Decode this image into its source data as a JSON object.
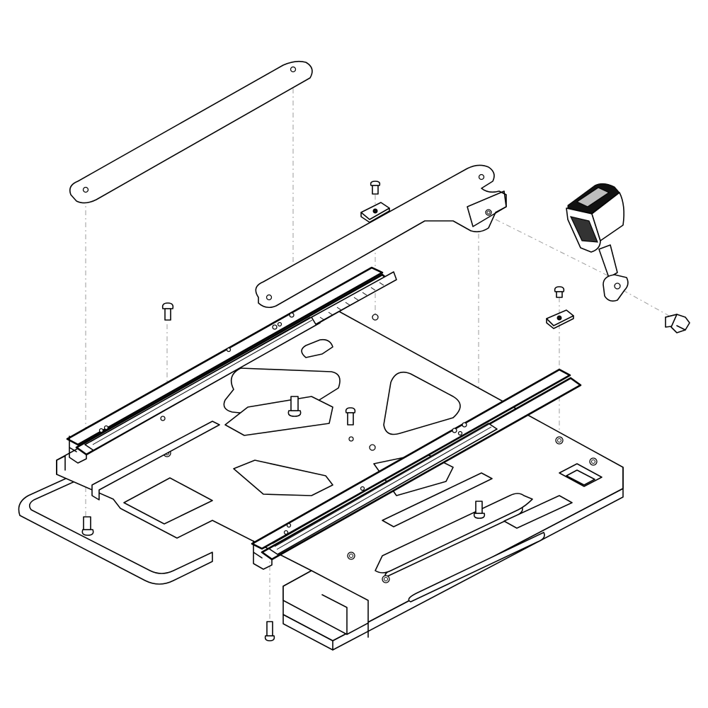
{
  "figure": {
    "kind": "exploded-assembly-view",
    "line_color": "#000000",
    "background": "#ffffff",
    "leader_line_color": "#999999"
  },
  "parts": [
    "top-strap",
    "side-bracket",
    "seat-belt-buckle",
    "buckle-bolt",
    "left-slide-rail",
    "right-slide-rail",
    "mounting-plate",
    "button-head-screws",
    "t-nuts",
    "locating-pins"
  ]
}
